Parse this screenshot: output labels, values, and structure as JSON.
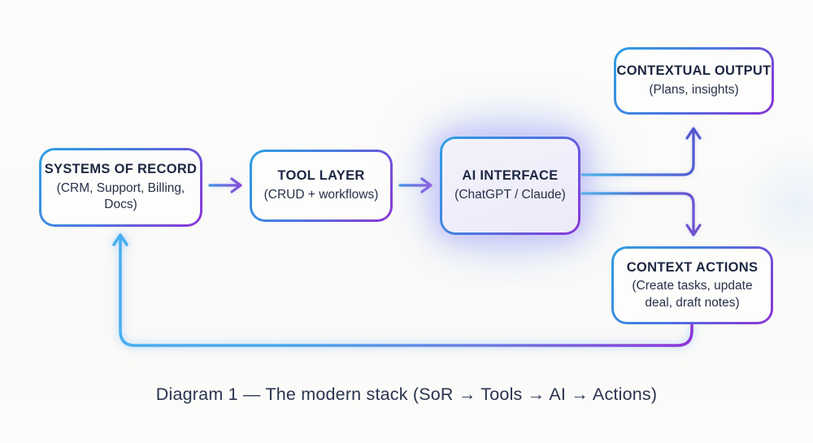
{
  "boxes": [
    {
      "id": "systems-of-record",
      "title": "SYSTEMS OF RECORD",
      "subtitle": "(CRM, Support, Billing, Docs)"
    },
    {
      "id": "tool-layer",
      "title": "TOOL LAYER",
      "subtitle": "(CRUD + workflows)"
    },
    {
      "id": "ai-interface",
      "title": "AI INTERFACE",
      "subtitle": "(ChatGPT / Claude)"
    },
    {
      "id": "contextual-output",
      "title": "CONTEXTUAL OUTPUT",
      "subtitle": "(Plans, insights)"
    },
    {
      "id": "context-actions",
      "title": "CONTEXT ACTIONS",
      "subtitle": "(Create tasks, update deal, draft notes)"
    }
  ],
  "connectors": [
    {
      "from": "systems-of-record",
      "to": "tool-layer"
    },
    {
      "from": "tool-layer",
      "to": "ai-interface"
    },
    {
      "from": "ai-interface",
      "to": "contextual-output"
    },
    {
      "from": "ai-interface",
      "to": "context-actions"
    },
    {
      "from": "context-actions",
      "to": "systems-of-record"
    }
  ],
  "caption": "Diagram 1 — The modern stack (SoR → Tools → AI → Actions)",
  "colors": {
    "accent_blue": "#2da0e4",
    "accent_purple": "#8c33d7",
    "accent_indigo": "#5560d2",
    "accent_cyan": "#35b4e2",
    "loop_blue": "#46a8ee",
    "text": "#1d2742",
    "background": "#fafaf8"
  }
}
